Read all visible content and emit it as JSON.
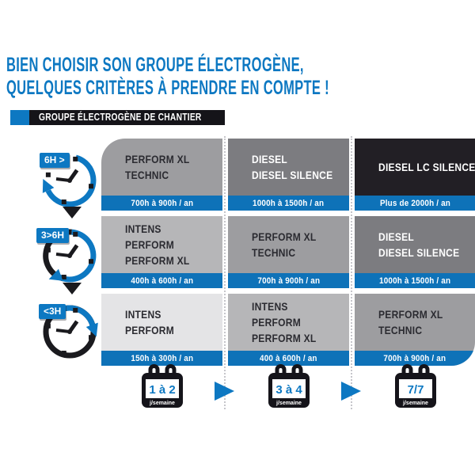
{
  "header": {
    "title_line1": "BIEN CHOISIR SON GROUPE ÉLECTROGÈNE,",
    "title_line2": "QUELQUES CRITÈRES À PRENDRE EN COMPTE !",
    "banner": "GROUPE ÉLECTROGÈNE DE CHANTIER"
  },
  "daily_usage_axis": {
    "levels": [
      {
        "badge": "6H >"
      },
      {
        "badge": "3>6H"
      },
      {
        "badge": "<3H"
      }
    ]
  },
  "grid": {
    "rows": [
      {
        "cells": [
          {
            "products": [
              "PERFORM XL",
              "TECHNIC"
            ],
            "hours": "700h à 900h / an",
            "tone": "medium"
          },
          {
            "products": [
              "DIESEL",
              "DIESEL SILENCE"
            ],
            "hours": "1000h à 1500h / an",
            "tone": "dark"
          },
          {
            "products": [
              "DIESEL LC SILENCE"
            ],
            "hours": "Plus de 2000h / an",
            "tone": "black"
          }
        ]
      },
      {
        "cells": [
          {
            "products": [
              "INTENS",
              "PERFORM",
              "PERFORM XL"
            ],
            "hours": "400h à 600h / an",
            "tone": "light"
          },
          {
            "products": [
              "PERFORM XL",
              "TECHNIC"
            ],
            "hours": "700h à 900h / an",
            "tone": "medium"
          },
          {
            "products": [
              "DIESEL",
              "DIESEL SILENCE"
            ],
            "hours": "1000h à 1500h / an",
            "tone": "dark"
          }
        ]
      },
      {
        "cells": [
          {
            "products": [
              "INTENS",
              "PERFORM"
            ],
            "hours": "150h à 300h / an",
            "tone": "lightest"
          },
          {
            "products": [
              "INTENS",
              "PERFORM",
              "PERFORM XL"
            ],
            "hours": "400 à 600h / an",
            "tone": "light"
          },
          {
            "products": [
              "PERFORM XL",
              "TECHNIC"
            ],
            "hours": "700h à 900h / an",
            "tone": "medium"
          }
        ]
      }
    ]
  },
  "weekly_frequency_axis": {
    "items": [
      {
        "value": "1 à 2",
        "unit": "j/semaine"
      },
      {
        "value": "3 à 4",
        "unit": "j/semaine"
      },
      {
        "value": "7/7",
        "unit": "j/semaine"
      }
    ]
  },
  "colors": {
    "accent_blue": "#0d78c2",
    "bar_blue": "#0e72b8",
    "black": "#151419",
    "cell_medium": "#9d9da0",
    "cell_dark": "#7c7c80",
    "cell_light": "#b6b6b8",
    "cell_lightest": "#e4e4e6",
    "cell_black": "#221f25"
  }
}
